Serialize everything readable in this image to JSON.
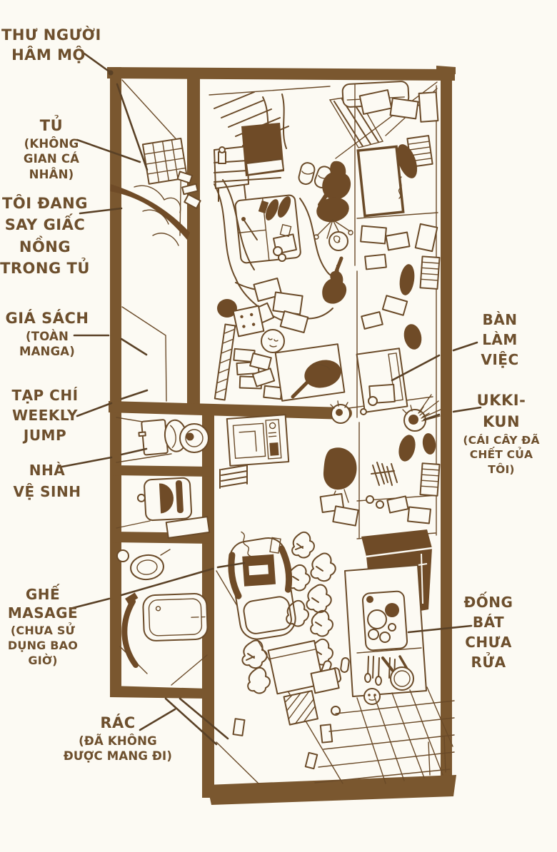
{
  "palette": {
    "background": "#fcfaf3",
    "ink": "#6a4a28",
    "wall": "#7a572f",
    "text": "#6d4f2d"
  },
  "labels": {
    "fan_mail": {
      "lines": [
        "THƯ NGƯỜI",
        "HÂM MỘ"
      ]
    },
    "closet": {
      "title": "TỦ",
      "sub_lines": [
        "(KHÔNG",
        "GIAN CÁ",
        "NHÂN)"
      ]
    },
    "sleeping": {
      "lines": [
        "TÔI ĐANG",
        "SAY GIẤC",
        "NỒNG",
        "TRONG TỦ"
      ]
    },
    "bookshelf": {
      "title": "GIÁ SÁCH",
      "sub_lines": [
        "(TOÀN",
        "MANGA)"
      ]
    },
    "magazine": {
      "lines": [
        "TẠP CHÍ",
        "WEEKLY",
        "JUMP"
      ]
    },
    "toilet": {
      "lines": [
        "NHÀ",
        "VỆ SINH"
      ]
    },
    "massage_chair": {
      "lines": [
        "GHẾ",
        "MASAGE"
      ],
      "sub_lines": [
        "(CHƯA SỬ",
        "DỤNG BAO",
        "GIỜ)"
      ]
    },
    "trash": {
      "title": "RÁC",
      "sub_lines": [
        "(ĐÃ KHÔNG",
        "ĐƯỢC MANG ĐI)"
      ]
    },
    "desk": {
      "lines": [
        "BÀN",
        "LÀM",
        "VIỆC"
      ]
    },
    "ukki_kun": {
      "lines": [
        "UKKI-",
        "KUN"
      ],
      "sub_lines": [
        "(CÁI CÂY ĐÃ",
        "CHẾT CỦA",
        "TÔI)"
      ]
    },
    "dishes": {
      "lines": [
        "ĐỐNG",
        "BÁT",
        "CHƯA",
        "RỬA"
      ]
    }
  }
}
